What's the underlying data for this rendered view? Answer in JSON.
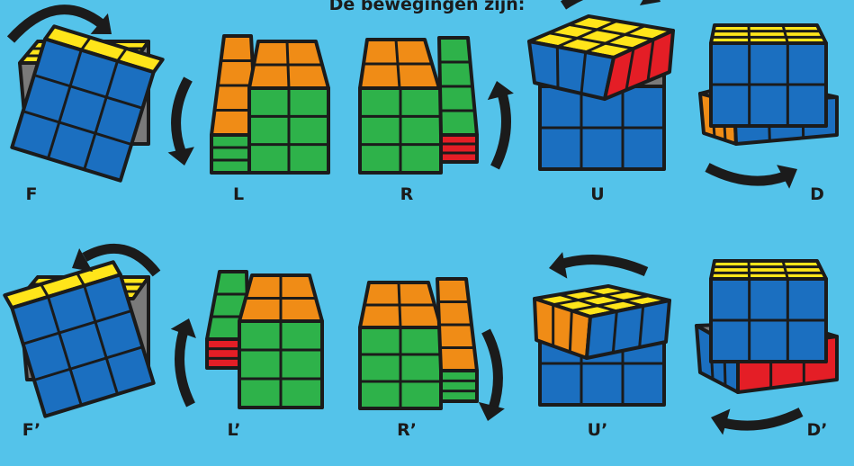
{
  "title": "De bewegingen zijn:",
  "colors": {
    "background": "#54c3ea",
    "yellow": "#ffe51a",
    "blue": "#1b6fc0",
    "green": "#2eb24a",
    "orange": "#f08c16",
    "red": "#e41e26",
    "grey": "#7a7a7a",
    "outline": "#1b1b1b"
  },
  "moves": [
    {
      "label": "F"
    },
    {
      "label": "L"
    },
    {
      "label": "R"
    },
    {
      "label": "U"
    },
    {
      "label": "D"
    },
    {
      "label": "F’"
    },
    {
      "label": "L’"
    },
    {
      "label": "R’"
    },
    {
      "label": "U’"
    },
    {
      "label": "D’"
    }
  ]
}
